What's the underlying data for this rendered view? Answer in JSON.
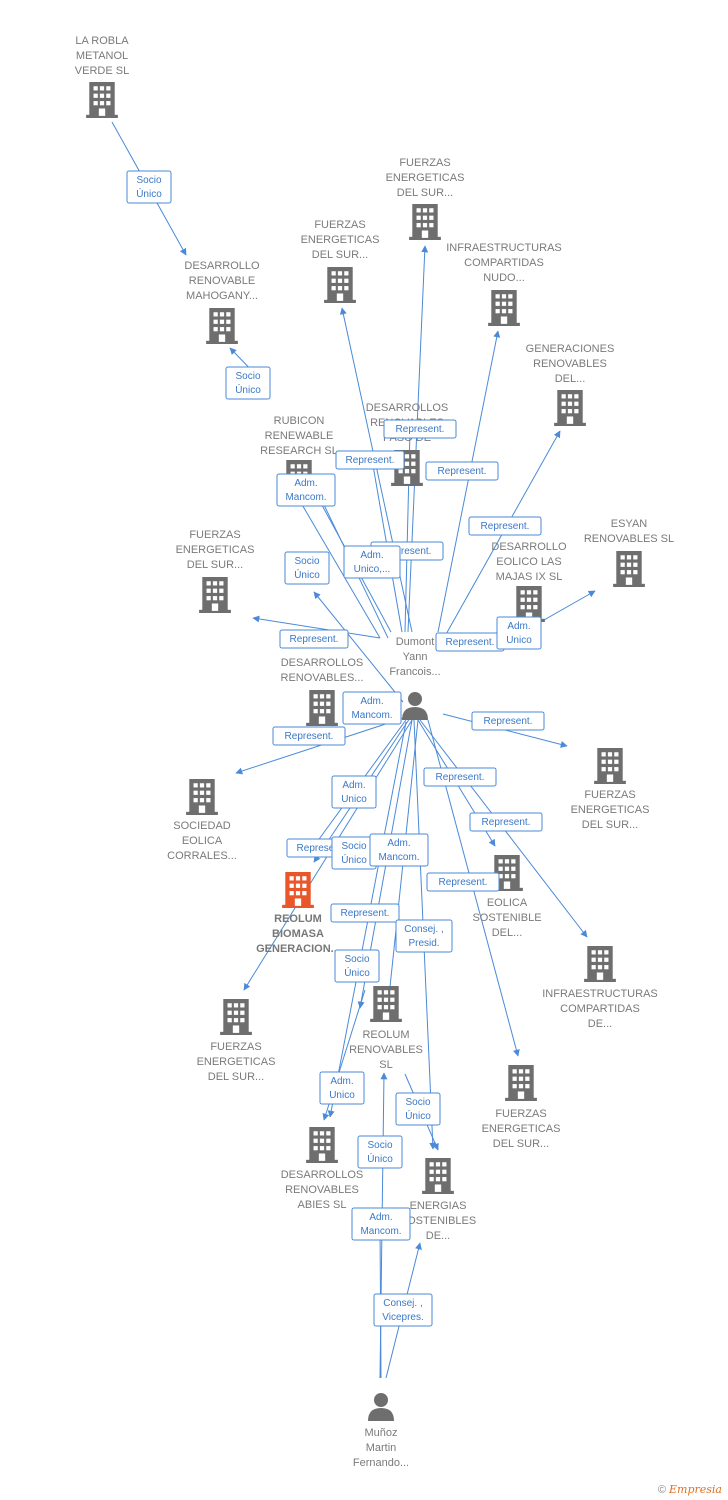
{
  "colors": {
    "edge": "#4a8ad8",
    "node": "#6e6e6e",
    "focus": "#e8562a",
    "label": "#7a7a7a"
  },
  "nodes": [
    {
      "id": "robla",
      "type": "company",
      "icon": "building-icon",
      "lines": [
        "LA ROBLA",
        "METANOL",
        "VERDE  SL"
      ]
    },
    {
      "id": "fes1",
      "type": "company",
      "icon": "building-icon",
      "lines": [
        "FUERZAS",
        "ENERGETICAS",
        "DEL SUR..."
      ]
    },
    {
      "id": "fes2",
      "type": "company",
      "icon": "building-icon",
      "lines": [
        "FUERZAS",
        "ENERGETICAS",
        "DEL SUR..."
      ]
    },
    {
      "id": "infra1",
      "type": "company",
      "icon": "building-icon",
      "lines": [
        "INFRAESTRUCTURAS",
        "COMPARTIDAS",
        "NUDO..."
      ]
    },
    {
      "id": "mahog",
      "type": "company",
      "icon": "building-icon",
      "lines": [
        "DESARROLLO",
        "RENOVABLE",
        "MAHOGANY..."
      ]
    },
    {
      "id": "genren",
      "type": "company",
      "icon": "building-icon",
      "lines": [
        "GENERACIONES",
        "RENOVABLES",
        "DEL..."
      ]
    },
    {
      "id": "rubicon",
      "type": "company",
      "icon": "building-icon",
      "lines": [
        "RUBICON",
        "RENEWABLE",
        "RESEARCH  SL"
      ]
    },
    {
      "id": "desren",
      "type": "company",
      "icon": "building-icon",
      "lines": [
        "DESARROLLOS",
        "RENOVABLES",
        "PASO DE"
      ]
    },
    {
      "id": "esyan",
      "type": "company",
      "icon": "building-icon",
      "lines": [
        "ESYAN",
        "RENOVABLES SL"
      ]
    },
    {
      "id": "fes3",
      "type": "company",
      "icon": "building-icon",
      "lines": [
        "FUERZAS",
        "ENERGETICAS",
        "DEL SUR..."
      ]
    },
    {
      "id": "majas",
      "type": "company",
      "icon": "building-icon",
      "lines": [
        "DESARROLLO",
        "EOLICO LAS",
        "MAJAS IX  SL"
      ]
    },
    {
      "id": "desren2",
      "type": "company",
      "icon": "building-icon",
      "lines": [
        "DESARROLLOS",
        "RENOVABLES..."
      ]
    },
    {
      "id": "dumont",
      "type": "person",
      "icon": "person-icon",
      "lines": [
        "Dumont",
        "Yann",
        "Francois..."
      ]
    },
    {
      "id": "fes4",
      "type": "company",
      "icon": "building-icon",
      "lines": [
        "FUERZAS",
        "ENERGETICAS",
        "DEL SUR..."
      ]
    },
    {
      "id": "sociedad",
      "type": "company",
      "icon": "building-icon",
      "lines": [
        "SOCIEDAD",
        "EOLICA",
        "CORRALES..."
      ]
    },
    {
      "id": "eolica",
      "type": "company",
      "icon": "building-icon",
      "lines": [
        "EOLICA",
        "SOSTENIBLE",
        "DEL..."
      ]
    },
    {
      "id": "reolum_bio",
      "type": "focus",
      "icon": "building-icon",
      "lines": [
        "REOLUM",
        "BIOMASA",
        "GENERACION..."
      ]
    },
    {
      "id": "infra2",
      "type": "company",
      "icon": "building-icon",
      "lines": [
        "INFRAESTRUCTURAS",
        "COMPARTIDAS",
        "DE..."
      ]
    },
    {
      "id": "fes5",
      "type": "company",
      "icon": "building-icon",
      "lines": [
        "FUERZAS",
        "ENERGETICAS",
        "DEL SUR..."
      ]
    },
    {
      "id": "reolum_ren",
      "type": "company",
      "icon": "building-icon",
      "lines": [
        "REOLUM",
        "RENOVABLES",
        "SL"
      ]
    },
    {
      "id": "fes6",
      "type": "company",
      "icon": "building-icon",
      "lines": [
        "FUERZAS",
        "ENERGETICAS",
        "DEL SUR..."
      ]
    },
    {
      "id": "abies",
      "type": "company",
      "icon": "building-icon",
      "lines": [
        "DESARROLLOS",
        "RENOVABLES",
        "ABIES  SL"
      ]
    },
    {
      "id": "energias",
      "type": "company",
      "icon": "building-icon",
      "lines": [
        "ENERGIAS",
        "SOSTENIBLES",
        "DE..."
      ]
    },
    {
      "id": "munoz",
      "type": "person",
      "icon": "person-icon",
      "lines": [
        "Muñoz",
        "Martin",
        "Fernando..."
      ]
    }
  ],
  "edges": [
    {
      "label": [
        "Socio",
        "Único"
      ]
    },
    {
      "label": [
        "Socio",
        "Único"
      ]
    },
    {
      "label": [
        "Represent."
      ]
    },
    {
      "label": [
        "Represent."
      ]
    },
    {
      "label": [
        "Represent."
      ]
    },
    {
      "label": [
        "Adm.",
        "Mancom."
      ]
    },
    {
      "label": [
        "Represent."
      ]
    },
    {
      "label": [
        "Represent."
      ]
    },
    {
      "label": [
        "Socio",
        "Único"
      ]
    },
    {
      "label": [
        "Adm.",
        "Unico,..."
      ]
    },
    {
      "label": [
        "Represent."
      ]
    },
    {
      "label": [
        "Represent."
      ]
    },
    {
      "label": [
        "Adm.",
        "Unico"
      ]
    },
    {
      "label": [
        "Adm.",
        "Mancom."
      ]
    },
    {
      "label": [
        "Represent."
      ]
    },
    {
      "label": [
        "Represent."
      ]
    },
    {
      "label": [
        "Adm.",
        "Unico"
      ]
    },
    {
      "label": [
        "Represent."
      ]
    },
    {
      "label": [
        "Represent."
      ]
    },
    {
      "label": [
        "Represent."
      ]
    },
    {
      "label": [
        "Socio",
        "Único"
      ]
    },
    {
      "label": [
        "Adm.",
        "Mancom."
      ]
    },
    {
      "label": [
        "Represent."
      ]
    },
    {
      "label": [
        "Represent."
      ]
    },
    {
      "label": [
        "Consej. ,",
        "Presid."
      ]
    },
    {
      "label": [
        "Socio",
        "Único"
      ]
    },
    {
      "label": [
        "Adm.",
        "Unico"
      ]
    },
    {
      "label": [
        "Socio",
        "Único"
      ]
    },
    {
      "label": [
        "Socio",
        "Único"
      ]
    },
    {
      "label": [
        "Adm.",
        "Mancom."
      ]
    },
    {
      "label": [
        "Consej. ,",
        "Vicepres."
      ]
    }
  ],
  "footer": {
    "copyright": "©",
    "brand": "Empresia"
  }
}
